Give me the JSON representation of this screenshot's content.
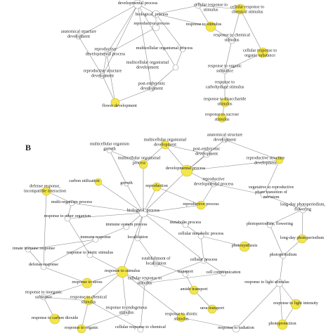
{
  "colors": {
    "highlight": "#f3e64a",
    "highlight_stroke": "#c9bc2a",
    "plain_fill": "#ffffff",
    "plain_stroke": "#9a9a9a",
    "edge": "#8c8c8c"
  },
  "panels": [
    {
      "id": "A",
      "label": "",
      "nodes": [
        {
          "id": "dev_proc",
          "text": "developmental process",
          "hl": false
        },
        {
          "id": "bio_proc",
          "text": "biological_process",
          "hl": false
        },
        {
          "id": "cell_resp",
          "text": "cellular response to stimulus",
          "hl": false
        },
        {
          "id": "cell_resp_chem",
          "text": "cellular response to chemical stimulus",
          "hl": true
        },
        {
          "id": "anat_dev",
          "text": "anatomical structure development",
          "hl": false
        },
        {
          "id": "repro_proc",
          "text": "reproductive process",
          "hl": false
        },
        {
          "id": "resp_stim",
          "text": "response to stimulus",
          "hl": true
        },
        {
          "id": "resp_chem",
          "text": "response to chemical stimulus",
          "hl": false
        },
        {
          "id": "repro_dev_proc",
          "text": "reproductive developmental process",
          "hl": false
        },
        {
          "id": "multi_proc",
          "text": "multicellular organismal process",
          "hl": false
        },
        {
          "id": "cell_resp_org",
          "text": "cellular response to organic substance",
          "hl": true
        },
        {
          "id": "multi_dev",
          "text": "multicellular organismal development",
          "hl": false
        },
        {
          "id": "resp_org",
          "text": "response to organic substance",
          "hl": false
        },
        {
          "id": "repro_struct",
          "text": "reproductive structure development",
          "hl": false
        },
        {
          "id": "post_emb",
          "text": "post-embryonic development",
          "hl": false
        },
        {
          "id": "resp_carb",
          "text": "response to carbohydrate stimulus",
          "hl": false
        },
        {
          "id": "flower_dev",
          "text": "flower development",
          "hl": true
        },
        {
          "id": "resp_disacc",
          "text": "response to disaccharide stimulus",
          "hl": true
        },
        {
          "id": "resp_sucrose",
          "text": "response to sucrose stimulus",
          "hl": true
        }
      ],
      "edges": [
        [
          "bio_proc",
          "dev_proc"
        ],
        [
          "bio_proc",
          "cell_resp"
        ],
        [
          "bio_proc",
          "resp_stim"
        ],
        [
          "bio_proc",
          "repro_proc"
        ],
        [
          "bio_proc",
          "multi_proc"
        ],
        [
          "dev_proc",
          "anat_dev"
        ],
        [
          "dev_proc",
          "repro_dev_proc"
        ],
        [
          "dev_proc",
          "multi_dev"
        ],
        [
          "dev_proc",
          "post_emb"
        ],
        [
          "dev_proc",
          "repro_struct"
        ],
        [
          "cell_resp",
          "cell_resp_chem"
        ],
        [
          "resp_stim",
          "cell_resp"
        ],
        [
          "resp_stim",
          "resp_chem"
        ],
        [
          "resp_chem",
          "cell_resp_chem"
        ],
        [
          "cell_resp_chem",
          "cell_resp_org"
        ],
        [
          "resp_chem",
          "resp_org"
        ],
        [
          "resp_org",
          "cell_resp_org"
        ],
        [
          "resp_org",
          "resp_carb"
        ],
        [
          "resp_carb",
          "resp_disacc"
        ],
        [
          "resp_disacc",
          "resp_sucrose"
        ],
        [
          "repro_proc",
          "repro_dev_proc"
        ],
        [
          "multi_proc",
          "multi_dev"
        ],
        [
          "repro_dev_proc",
          "repro_struct"
        ],
        [
          "anat_dev",
          "repro_struct"
        ],
        [
          "repro_struct",
          "flower_dev"
        ],
        [
          "post_emb",
          "flower_dev"
        ],
        [
          "multi_dev",
          "post_emb"
        ],
        [
          "repro_dev_proc",
          "flower_dev"
        ]
      ]
    },
    {
      "id": "B",
      "label": "B",
      "nodes": [
        {
          "id": "multi_growth",
          "text": "multicellular organismal growth",
          "hl": false
        },
        {
          "id": "multi_dev",
          "text": "multicellular organismal development",
          "hl": true
        },
        {
          "id": "anat_dev",
          "text": "anatomical structure development",
          "hl": false
        },
        {
          "id": "post_emb",
          "text": "post-embryonic development",
          "hl": false
        },
        {
          "id": "multi_proc",
          "text": "multicellular organismal process",
          "hl": true
        },
        {
          "id": "dev_proc",
          "text": "developmental process",
          "hl": true
        },
        {
          "id": "repro_struct",
          "text": "reproductive structure development",
          "hl": true
        },
        {
          "id": "carbon_util",
          "text": "carbon utilization",
          "hl": true
        },
        {
          "id": "growth",
          "text": "growth",
          "hl": false
        },
        {
          "id": "reproduction",
          "text": "reproduction",
          "hl": true
        },
        {
          "id": "repro_dev_proc",
          "text": "reproductive developmental process",
          "hl": false
        },
        {
          "id": "veg_repro",
          "text": "vegetative to reproductive phase transition of meristem",
          "hl": false
        },
        {
          "id": "defense_incomp",
          "text": "defense response, incompatible interaction",
          "hl": true
        },
        {
          "id": "multi_org",
          "text": "multi-organism process",
          "hl": false
        },
        {
          "id": "bio_proc",
          "text": "biological_process",
          "hl": false
        },
        {
          "id": "repro_proc",
          "text": "reproductive process",
          "hl": true
        },
        {
          "id": "long_day_flower",
          "text": "long-day photoperiodism, flowering",
          "hl": false
        },
        {
          "id": "resp_other",
          "text": "response to other organism",
          "hl": false
        },
        {
          "id": "immune_sys",
          "text": "immune system process",
          "hl": false
        },
        {
          "id": "metabolic",
          "text": "metabolic process",
          "hl": false
        },
        {
          "id": "photo_flower",
          "text": "photoperiodism, flowering",
          "hl": false
        },
        {
          "id": "long_day",
          "text": "long-day photoperiodism",
          "hl": true
        },
        {
          "id": "immune_resp",
          "text": "immune response",
          "hl": false
        },
        {
          "id": "localization",
          "text": "localization",
          "hl": false
        },
        {
          "id": "cell_metab",
          "text": "cellular metabolic process",
          "hl": false
        },
        {
          "id": "photosynthesis",
          "text": "photosynthesis",
          "hl": true
        },
        {
          "id": "innate_immune",
          "text": "innate immune response",
          "hl": false
        },
        {
          "id": "resp_biotic",
          "text": "response to biotic stimulus",
          "hl": false
        },
        {
          "id": "photoperiodism",
          "text": "photoperiodism",
          "hl": false
        },
        {
          "id": "estab_loc",
          "text": "establishment of localization",
          "hl": false
        },
        {
          "id": "cell_proc",
          "text": "cellular process",
          "hl": false
        },
        {
          "id": "defense_resp",
          "text": "defense response",
          "hl": false
        },
        {
          "id": "resp_stim",
          "text": "response to stimulus",
          "hl": true
        },
        {
          "id": "cell_comm",
          "text": "cell communication",
          "hl": false
        },
        {
          "id": "transport",
          "text": "transport",
          "hl": false
        },
        {
          "id": "resp_stress",
          "text": "response to stress",
          "hl": true
        },
        {
          "id": "cell_resp",
          "text": "cellular response to stimulus",
          "hl": false
        },
        {
          "id": "amide_transport",
          "text": "amide transport",
          "hl": true
        },
        {
          "id": "resp_light",
          "text": "response to light stimulus",
          "hl": false
        },
        {
          "id": "resp_inorg",
          "text": "response to inorganic substance",
          "hl": false
        },
        {
          "id": "resp_chem",
          "text": "response to chemical stimulus",
          "hl": true
        },
        {
          "id": "resp_light_int",
          "text": "response to light intensity",
          "hl": true
        },
        {
          "id": "resp_endo",
          "text": "response to endogenous stimulus",
          "hl": false
        },
        {
          "id": "urea_transport",
          "text": "urea transport",
          "hl": true
        },
        {
          "id": "resp_abiotic",
          "text": "response to abiotic stimulus",
          "hl": true
        },
        {
          "id": "resp_co2",
          "text": "response to carbon dioxide",
          "hl": true
        },
        {
          "id": "photoprotection",
          "text": "photoprotection",
          "hl": true
        },
        {
          "id": "resp_organic",
          "text": "response to organic",
          "hl": true
        },
        {
          "id": "cell_resp_chem",
          "text": "cellular response to chemical",
          "hl": false
        },
        {
          "id": "resp_radiation",
          "text": "response to radiation",
          "hl": false
        }
      ],
      "edges": [
        [
          "bio_proc",
          "multi_proc"
        ],
        [
          "bio_proc",
          "dev_proc"
        ],
        [
          "bio_proc",
          "growth"
        ],
        [
          "bio_proc",
          "reproduction"
        ],
        [
          "bio_proc",
          "repro_proc"
        ],
        [
          "bio_proc",
          "multi_org"
        ],
        [
          "bio_proc",
          "immune_sys"
        ],
        [
          "bio_proc",
          "metabolic"
        ],
        [
          "bio_proc",
          "localization"
        ],
        [
          "bio_proc",
          "cell_proc"
        ],
        [
          "bio_proc",
          "resp_stim"
        ],
        [
          "bio_proc",
          "carbon_util"
        ],
        [
          "bio_proc",
          "resp_other"
        ],
        [
          "multi_proc",
          "multi_growth"
        ],
        [
          "multi_proc",
          "multi_dev"
        ],
        [
          "multi_dev",
          "post_emb"
        ],
        [
          "dev_proc",
          "anat_dev"
        ],
        [
          "dev_proc",
          "repro_struct"
        ],
        [
          "dev_proc",
          "repro_dev_proc"
        ],
        [
          "dev_proc",
          "multi_dev"
        ],
        [
          "dev_proc",
          "post_emb"
        ],
        [
          "growth",
          "multi_growth"
        ],
        [
          "reproduction",
          "repro_proc"
        ],
        [
          "repro_proc",
          "repro_dev_proc"
        ],
        [
          "repro_dev_proc",
          "veg_repro"
        ],
        [
          "repro_struct",
          "veg_repro"
        ],
        [
          "anat_dev",
          "repro_struct"
        ],
        [
          "veg_repro",
          "long_day_flower"
        ],
        [
          "long_day_flower",
          "photo_flower"
        ],
        [
          "long_day_flower",
          "long_day"
        ],
        [
          "photo_flower",
          "photoperiodism"
        ],
        [
          "long_day",
          "photoperiodism"
        ],
        [
          "photoperiodism",
          "resp_light"
        ],
        [
          "multi_org",
          "resp_other"
        ],
        [
          "multi_org",
          "defense_incomp"
        ],
        [
          "resp_other",
          "resp_biotic"
        ],
        [
          "defense_incomp",
          "defense_resp"
        ],
        [
          "immune_sys",
          "immune_resp"
        ],
        [
          "immune_resp",
          "innate_immune"
        ],
        [
          "immune_resp",
          "defense_resp"
        ],
        [
          "innate_immune",
          "defense_resp"
        ],
        [
          "metabolic",
          "cell_metab"
        ],
        [
          "cell_metab",
          "photosynthesis"
        ],
        [
          "cell_proc",
          "cell_metab"
        ],
        [
          "cell_proc",
          "cell_comm"
        ],
        [
          "cell_proc",
          "cell_resp"
        ],
        [
          "localization",
          "estab_loc"
        ],
        [
          "estab_loc",
          "transport"
        ],
        [
          "transport",
          "amide_transport"
        ],
        [
          "amide_transport",
          "urea_transport"
        ],
        [
          "resp_stim",
          "resp_stress"
        ],
        [
          "resp_stim",
          "resp_biotic"
        ],
        [
          "resp_stim",
          "resp_chem"
        ],
        [
          "resp_stim",
          "resp_endo"
        ],
        [
          "resp_stim",
          "resp_abiotic"
        ],
        [
          "resp_stim",
          "cell_resp"
        ],
        [
          "resp_stress",
          "defense_resp"
        ],
        [
          "resp_stress",
          "resp_inorg"
        ],
        [
          "resp_chem",
          "resp_inorg"
        ],
        [
          "resp_inorg",
          "resp_co2"
        ],
        [
          "resp_chem",
          "resp_organic"
        ],
        [
          "resp_chem",
          "cell_resp_chem"
        ],
        [
          "resp_endo",
          "resp_organic"
        ],
        [
          "cell_resp",
          "cell_resp_chem"
        ],
        [
          "resp_abiotic",
          "resp_radiation"
        ],
        [
          "resp_radiation",
          "resp_light"
        ],
        [
          "resp_light",
          "resp_light_int"
        ],
        [
          "resp_light",
          "photoprotection"
        ],
        [
          "resp_light_int",
          "photoprotection"
        ],
        [
          "cell_comm",
          "cell_resp"
        ]
      ]
    }
  ]
}
